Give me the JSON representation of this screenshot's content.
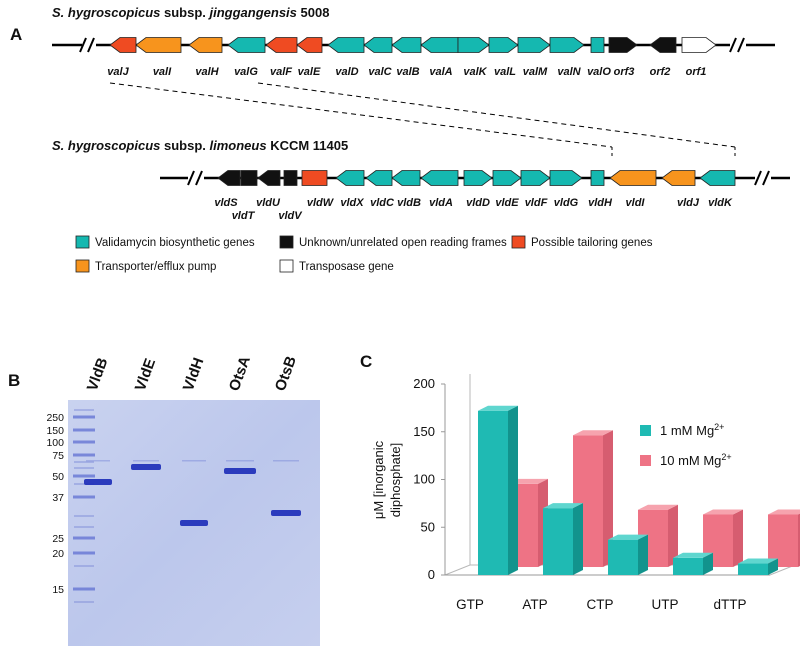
{
  "panel_labels": {
    "a": "A",
    "b": "B",
    "c": "C"
  },
  "colors": {
    "validamycin": "#15b8b0",
    "unknown": "#111111",
    "tailoring": "#ef4b22",
    "transporter": "#f7941d",
    "transposase": "#ffffff",
    "mg1": "#1fbab3",
    "mg10": "#ee7385"
  },
  "panel_a": {
    "strain1": {
      "genus": "S. hygroscopicus",
      "mid": " subsp. ",
      "subsp": "jinggangensis",
      "id": " 5008"
    },
    "strain2": {
      "genus": "S. hygroscopicus",
      "mid": " subsp. ",
      "subsp": "limoneus",
      "id": " KCCM 11405"
    },
    "row1_genes": [
      {
        "label": "valJ",
        "type": "tailoring",
        "dir": "left"
      },
      {
        "label": "valI",
        "type": "transporter",
        "dir": "left"
      },
      {
        "label": "valH",
        "type": "transporter",
        "dir": "left"
      },
      {
        "label": "valG",
        "type": "validamycin",
        "dir": "left"
      },
      {
        "label": "valF",
        "type": "tailoring",
        "dir": "left"
      },
      {
        "label": "valE",
        "type": "tailoring",
        "dir": "left"
      },
      {
        "label": "valD",
        "type": "validamycin",
        "dir": "left"
      },
      {
        "label": "valC",
        "type": "validamycin",
        "dir": "left"
      },
      {
        "label": "valB",
        "type": "validamycin",
        "dir": "left"
      },
      {
        "label": "valA",
        "type": "validamycin",
        "dir": "left"
      },
      {
        "label": "valK",
        "type": "validamycin",
        "dir": "right"
      },
      {
        "label": "valL",
        "type": "validamycin",
        "dir": "right"
      },
      {
        "label": "valM",
        "type": "validamycin",
        "dir": "right"
      },
      {
        "label": "valN",
        "type": "validamycin",
        "dir": "right"
      },
      {
        "label": "valO",
        "type": "validamycin",
        "dir": "box"
      },
      {
        "label": "orf3",
        "type": "unknown",
        "dir": "right"
      },
      {
        "label": "orf2",
        "type": "unknown",
        "dir": "left"
      },
      {
        "label": "orf1",
        "type": "transposase",
        "dir": "right"
      }
    ],
    "row2_genes": [
      {
        "label": "vldS",
        "type": "unknown",
        "dir": "left"
      },
      {
        "label": "vldT",
        "type": "unknown",
        "dir": "box"
      },
      {
        "label": "vldU",
        "type": "unknown",
        "dir": "left"
      },
      {
        "label": "vldV",
        "type": "unknown",
        "dir": "box"
      },
      {
        "label": "vldW",
        "type": "tailoring",
        "dir": "box"
      },
      {
        "label": "vldX",
        "type": "validamycin",
        "dir": "left"
      },
      {
        "label": "vldC",
        "type": "validamycin",
        "dir": "left"
      },
      {
        "label": "vldB",
        "type": "validamycin",
        "dir": "left"
      },
      {
        "label": "vldA",
        "type": "validamycin",
        "dir": "left"
      },
      {
        "label": "vldD",
        "type": "validamycin",
        "dir": "right"
      },
      {
        "label": "vldE",
        "type": "validamycin",
        "dir": "right"
      },
      {
        "label": "vldF",
        "type": "validamycin",
        "dir": "right"
      },
      {
        "label": "vldG",
        "type": "validamycin",
        "dir": "right"
      },
      {
        "label": "vldH",
        "type": "validamycin",
        "dir": "box"
      },
      {
        "label": "vldI",
        "type": "transporter",
        "dir": "left"
      },
      {
        "label": "vldJ",
        "type": "transporter",
        "dir": "left"
      },
      {
        "label": "vldK",
        "type": "validamycin",
        "dir": "left"
      }
    ],
    "legend": [
      {
        "label": "Validamycin biosynthetic genes",
        "type": "validamycin"
      },
      {
        "label": "Unknown/unrelated open reading frames",
        "type": "unknown"
      },
      {
        "label": "Possible tailoring genes",
        "type": "tailoring"
      },
      {
        "label": "Transporter/efflux pump",
        "type": "transporter"
      },
      {
        "label": "Transposase gene",
        "type": "transposase"
      }
    ]
  },
  "panel_b": {
    "lanes": [
      "VldB",
      "VldE",
      "VldH",
      "OtsA",
      "OtsB"
    ],
    "ladder": [
      "250",
      "150",
      "100",
      "75",
      "50",
      "37",
      "25",
      "20",
      "15"
    ]
  },
  "chart_data": {
    "type": "bar",
    "categories": [
      "GTP",
      "ATP",
      "CTP",
      "UTP",
      "dTTP"
    ],
    "series": [
      {
        "name": "1 mM Mg2+",
        "values": [
          172,
          70,
          37,
          18,
          12
        ]
      },
      {
        "name": "10 mM Mg2+",
        "values": [
          87,
          138,
          60,
          55,
          55
        ]
      }
    ],
    "ylabel": "μM [inorganic diphosphate]",
    "yticks": [
      "0",
      "50",
      "100",
      "150",
      "200"
    ],
    "ylim": [
      0,
      200
    ],
    "legend_position": "top-right",
    "grid": false
  },
  "chart_legend": [
    {
      "base": "1 mM Mg",
      "sup": "2+"
    },
    {
      "base": "10 mM Mg",
      "sup": "2+"
    }
  ],
  "chart_ylabel_lines": [
    "μM [inorganic",
    "diphosphate]"
  ]
}
